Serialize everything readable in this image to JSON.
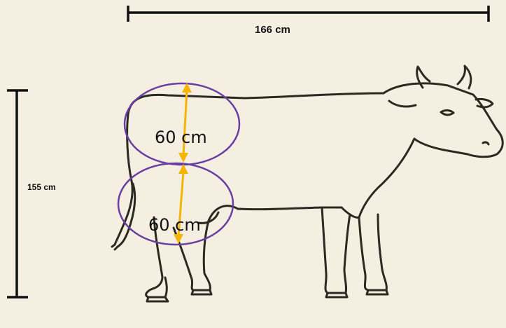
{
  "dimensions": {
    "width_label": "166 cm",
    "height_label": "155 cm"
  },
  "regions": {
    "upper_label": "60 cm",
    "lower_label": "60 cm"
  },
  "colors": {
    "background": "#f5efe1",
    "outline": "#2b2a22",
    "region_ring": "#6a3ea1",
    "measure_arrow": "#f6b400",
    "dimension_bar": "#111111"
  },
  "icons": {
    "animal": "cow-outline"
  }
}
